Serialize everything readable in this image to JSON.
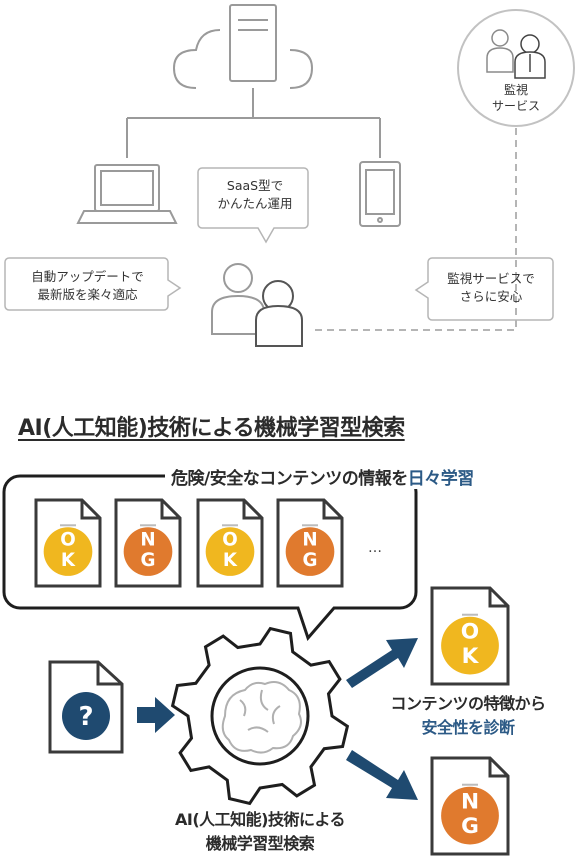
{
  "top": {
    "saas_bubble": [
      "SaaS型で",
      "かんたん運用"
    ],
    "update_bubble": [
      "自動アップデートで",
      "最新版を楽々適応"
    ],
    "monitor_badge": [
      "監視",
      "サービス"
    ],
    "monitor_bubble": [
      "監視サービスで",
      "さらに安心"
    ]
  },
  "section_title": "AI(人工知能)技術による機械学習型検索",
  "learning": {
    "label_prefix": "危険/安全なコンテンツの情報を",
    "label_highlight": "日々学習",
    "docs": [
      {
        "verdict": "OK",
        "color": "#f0b71f"
      },
      {
        "verdict": "NG",
        "color": "#e07a2e"
      },
      {
        "verdict": "OK",
        "color": "#f0b71f"
      },
      {
        "verdict": "NG",
        "color": "#e07a2e"
      }
    ],
    "ellipsis": "…"
  },
  "input_doc_mark": "?",
  "engine_label": [
    "AI(人工知能)技術による",
    "機械学習型検索"
  ],
  "diagnosis": {
    "line1": "コンテンツの特徴から",
    "line2": "安全性を診断"
  },
  "results": [
    {
      "verdict": "OK",
      "color": "#f0b71f"
    },
    {
      "verdict": "NG",
      "color": "#e07a2e"
    }
  ],
  "colors": {
    "navy": "#1f4a70",
    "gray": "#a8a8a8",
    "dark": "#3a3a3a"
  }
}
